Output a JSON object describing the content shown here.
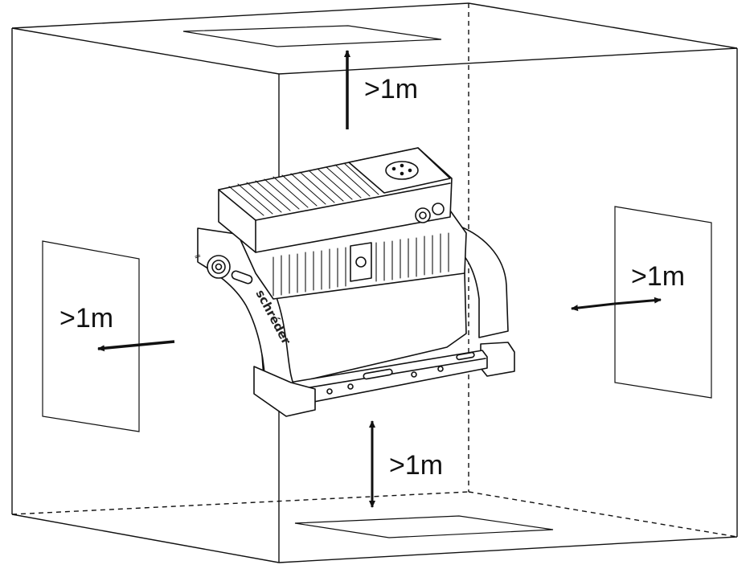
{
  "diagram": {
    "labels": {
      "top": ">1m",
      "left": ">1m",
      "right": ">1m",
      "bottom": ">1m"
    },
    "fixture": {
      "brand": "schréder",
      "arm_mark": "Ⅱ"
    },
    "colors": {
      "line": "#111111",
      "background": "#ffffff"
    }
  }
}
